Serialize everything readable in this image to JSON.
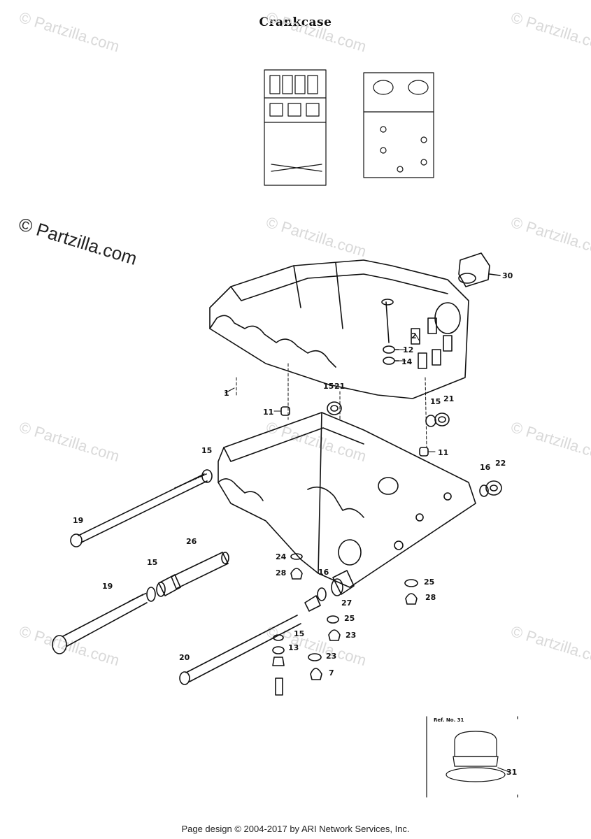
{
  "title": "Crankcase",
  "watermark": "© Partzilla.com",
  "footer": "Page design © 2004-2017 by ARI Network Services, Inc.",
  "ref_box_title": "Ref. No. 31",
  "labels": {
    "n1": "1",
    "n2": "2",
    "n11a": "11",
    "n11b": "11",
    "n12": "12",
    "n14": "14",
    "n15a": "15",
    "n15b": "15",
    "n15c": "15",
    "n15d": "15",
    "n15e": "15",
    "n16a": "16",
    "n16b": "16",
    "n19a": "19",
    "n19b": "19",
    "n20": "20",
    "n21a": "21",
    "n21b": "21",
    "n22": "22",
    "n23a": "23",
    "n23b": "23",
    "n24": "24",
    "n25a": "25",
    "n25b": "25",
    "n26": "26",
    "n27": "27",
    "n28a": "28",
    "n28b": "28",
    "n13": "13",
    "n7": "7",
    "n30": "30",
    "n31": "31"
  },
  "colors": {
    "ink": "#111111",
    "watermark": "#d9d9d9"
  }
}
